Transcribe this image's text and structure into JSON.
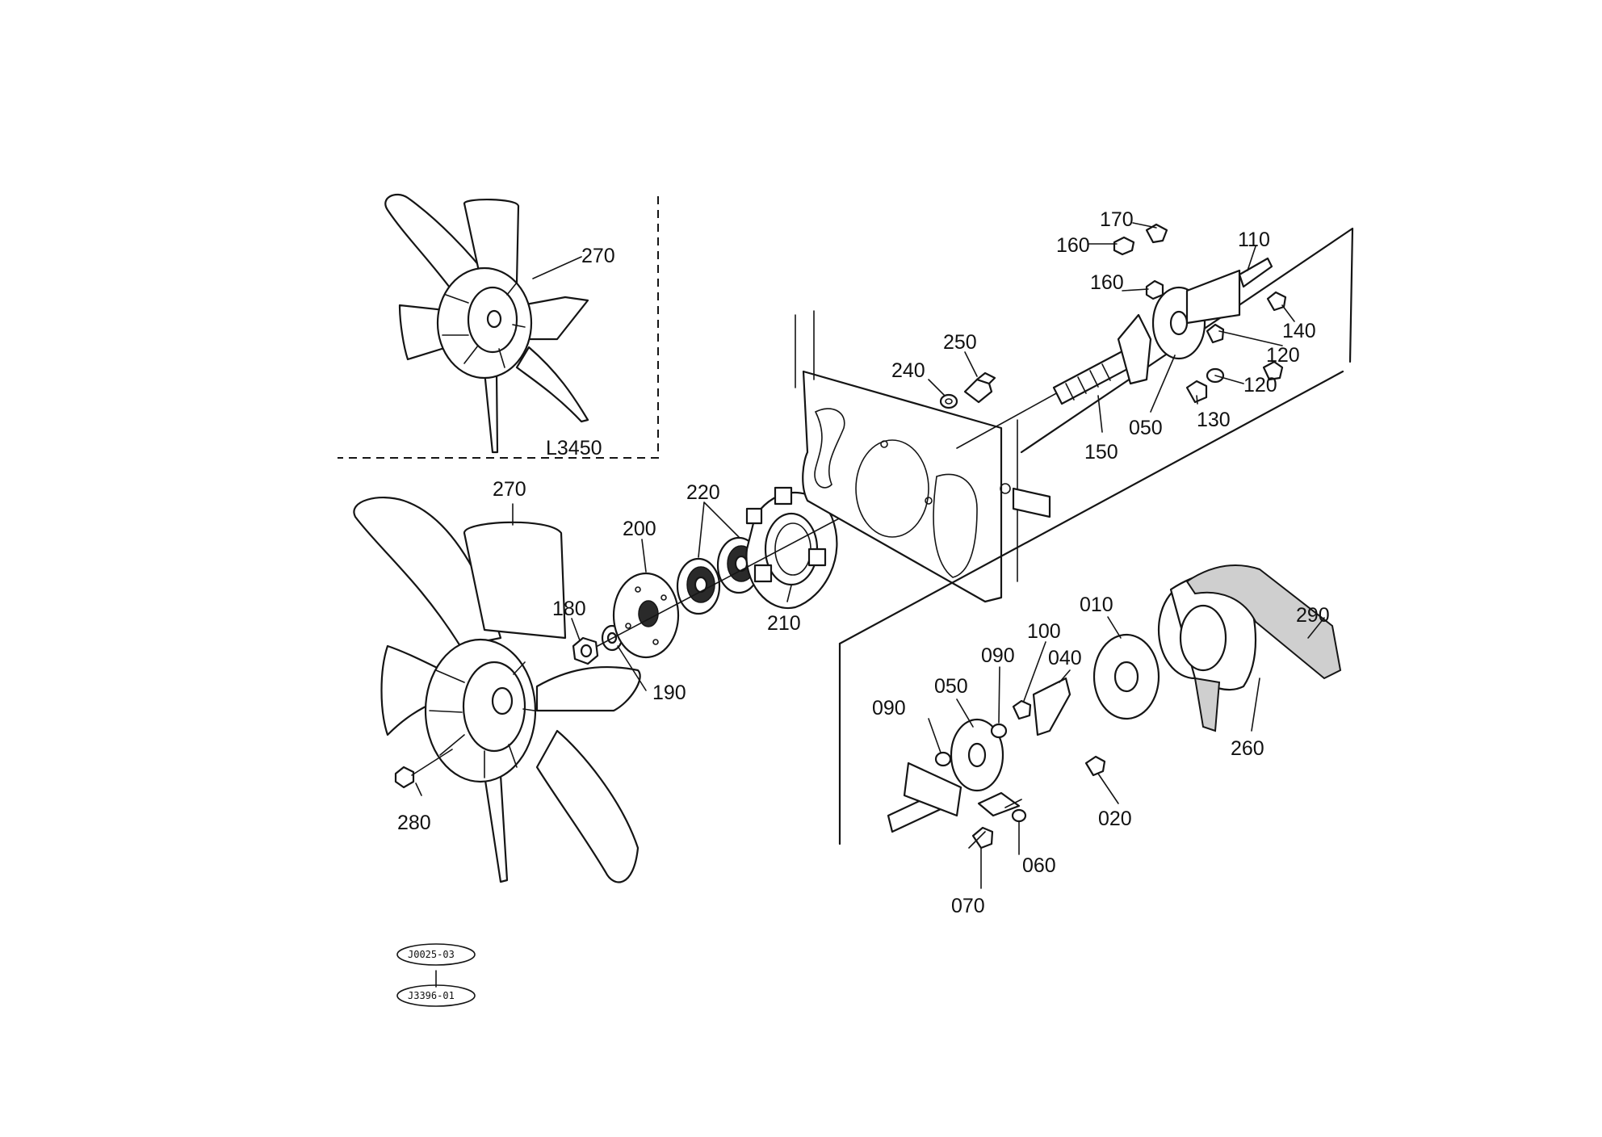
{
  "diagram": {
    "inset_model": "L3450",
    "callouts": [
      {
        "id": "c270a",
        "text": "270"
      },
      {
        "id": "c270b",
        "text": "270"
      },
      {
        "id": "c280",
        "text": "280"
      },
      {
        "id": "c180",
        "text": "180"
      },
      {
        "id": "c190",
        "text": "190"
      },
      {
        "id": "c200",
        "text": "200"
      },
      {
        "id": "c220",
        "text": "220"
      },
      {
        "id": "c210",
        "text": "210"
      },
      {
        "id": "c240",
        "text": "240"
      },
      {
        "id": "c250",
        "text": "250"
      },
      {
        "id": "c170",
        "text": "170"
      },
      {
        "id": "c160a",
        "text": "160"
      },
      {
        "id": "c160b",
        "text": "160"
      },
      {
        "id": "c110",
        "text": "110"
      },
      {
        "id": "c140",
        "text": "140"
      },
      {
        "id": "c120a",
        "text": "120"
      },
      {
        "id": "c120b",
        "text": "120"
      },
      {
        "id": "c130",
        "text": "130"
      },
      {
        "id": "c050a",
        "text": "050"
      },
      {
        "id": "c150",
        "text": "150"
      },
      {
        "id": "c010",
        "text": "010"
      },
      {
        "id": "c290",
        "text": "290"
      },
      {
        "id": "c260",
        "text": "260"
      },
      {
        "id": "c100",
        "text": "100"
      },
      {
        "id": "c040",
        "text": "040"
      },
      {
        "id": "c090a",
        "text": "090"
      },
      {
        "id": "c090b",
        "text": "090"
      },
      {
        "id": "c050b",
        "text": "050"
      },
      {
        "id": "c020",
        "text": "020"
      },
      {
        "id": "c060",
        "text": "060"
      },
      {
        "id": "c070",
        "text": "070"
      }
    ],
    "reference_codes": [
      "J0025-03",
      "J3396-01"
    ]
  }
}
